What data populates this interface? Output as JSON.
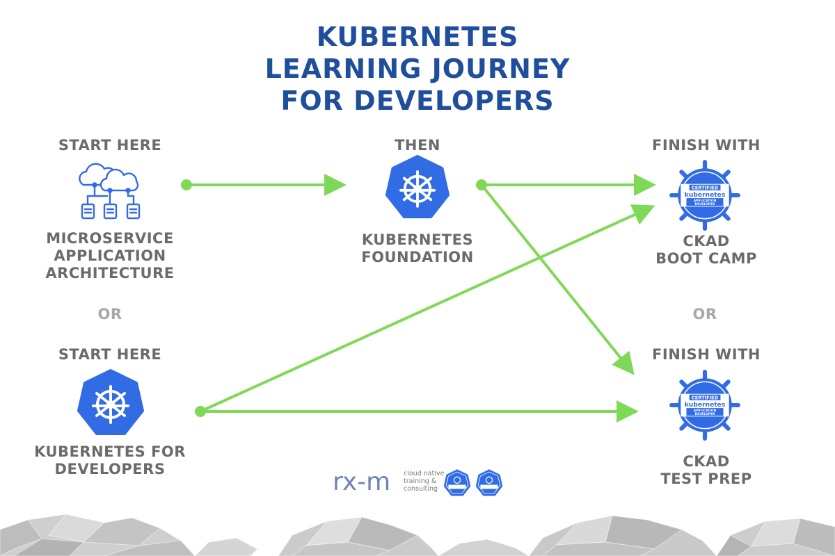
{
  "title": {
    "line1": "KUBERNETES",
    "line2": "LEARNING JOURNEY",
    "line3": "FOR DEVELOPERS"
  },
  "columns": {
    "start1": {
      "heading": "START HERE",
      "name_lines": [
        "MICROSERVICE",
        "APPLICATION",
        "ARCHITECTURE"
      ],
      "icon": "cloud-network-icon"
    },
    "or_left": "OR",
    "start2": {
      "heading": "START HERE",
      "name_lines": [
        "KUBERNETES FOR",
        "DEVELOPERS"
      ],
      "icon": "kubernetes-helm-icon"
    },
    "then": {
      "heading": "THEN",
      "name_lines": [
        "KUBERNETES",
        "FOUNDATION"
      ],
      "icon": "kubernetes-helm-icon"
    },
    "finish1": {
      "heading": "FINISH WITH",
      "name_lines": [
        "CKAD",
        "BOOT CAMP"
      ],
      "icon": "ckad-badge-icon"
    },
    "or_right": "OR",
    "finish2": {
      "heading": "FINISH WITH",
      "name_lines": [
        "CKAD",
        "TEST PREP"
      ],
      "icon": "ckad-badge-icon"
    }
  },
  "badge": {
    "line1": "CERTIFIED",
    "line2": "kubernetes",
    "line3": "APPLICATION",
    "line4": "DEVELOPER"
  },
  "logo": {
    "mark": "rx-m",
    "tag1": "cloud native",
    "tag2": "training &",
    "tag3": "consulting"
  },
  "colors": {
    "title_blue": "#1f4e9c",
    "k8s_blue": "#326ce5",
    "arrow_green": "#7ed957",
    "label_gray": "#6b6b6b",
    "or_gray": "#a8a8a8"
  }
}
